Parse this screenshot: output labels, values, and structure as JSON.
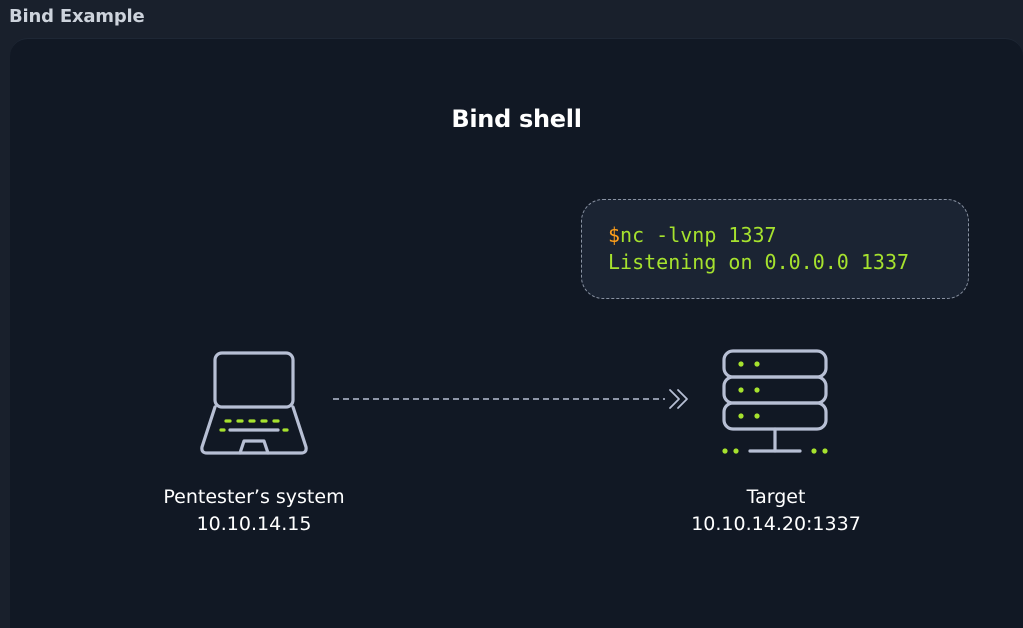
{
  "window": {
    "title": "Bind Example"
  },
  "diagram": {
    "title": "Bind shell"
  },
  "terminal": {
    "prompt": "$",
    "command": "nc -lvnp 1337",
    "output": "Listening on 0.0.0.0 1337"
  },
  "nodes": [
    {
      "name": "Pentester’s system",
      "address": "10.10.14.15",
      "icon": "laptop-icon"
    },
    {
      "name": "Target",
      "address": "10.10.14.20:1337",
      "icon": "server-icon"
    }
  ],
  "colors": {
    "background": "#111824",
    "icon_stroke": "#b7bfd4",
    "accent_green": "#a6e22e",
    "prompt_orange": "#ff9f1a",
    "text": "#ffffff"
  }
}
